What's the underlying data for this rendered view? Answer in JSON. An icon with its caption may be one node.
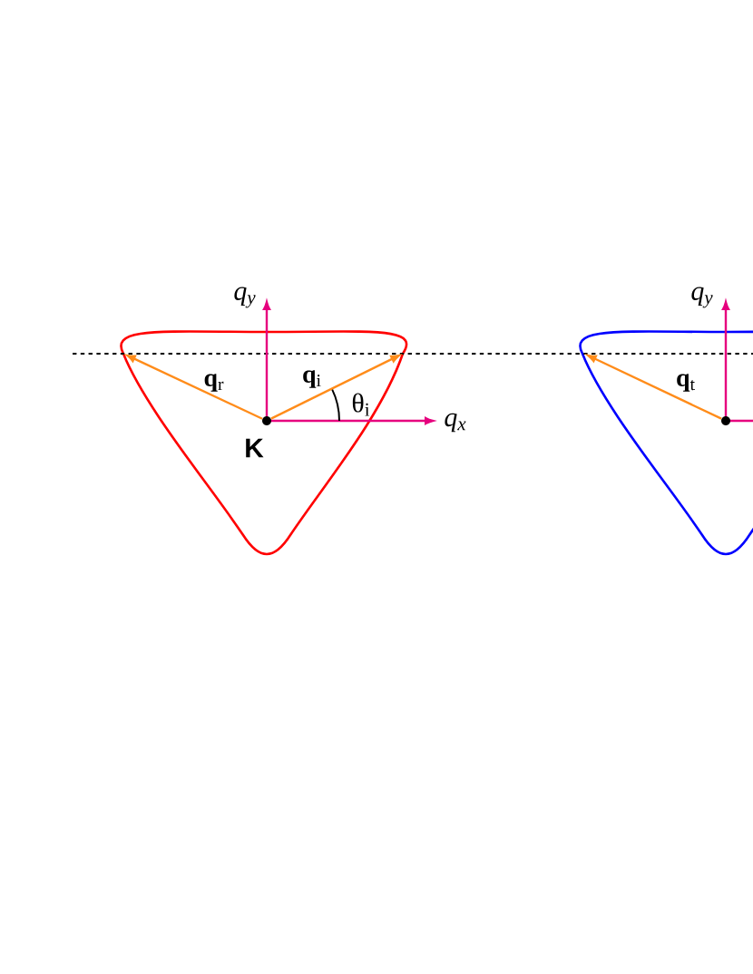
{
  "diagram": {
    "nodes": [
      {
        "text": [],
        "shape": "circle",
        "beside": [
          "K"
        ]
      },
      {
        "text": [],
        "shape": "circle"
      }
    ],
    "edges": [
      {
        "from": 0,
        "to": null,
        "arrow": "to",
        "label": "**q**$_{r}$"
      },
      {
        "from": 0,
        "to": null,
        "arrow": "to",
        "label": "**q**$_{i}$"
      },
      {
        "from": 1,
        "to": null,
        "arrow": "to",
        "label": "**q**$_{t}$"
      }
    ],
    "labels": [
      "q$_{y}$",
      "θ$_{i}$",
      "q$_{x}$",
      "q$_{y}$"
    ]
  }
}
